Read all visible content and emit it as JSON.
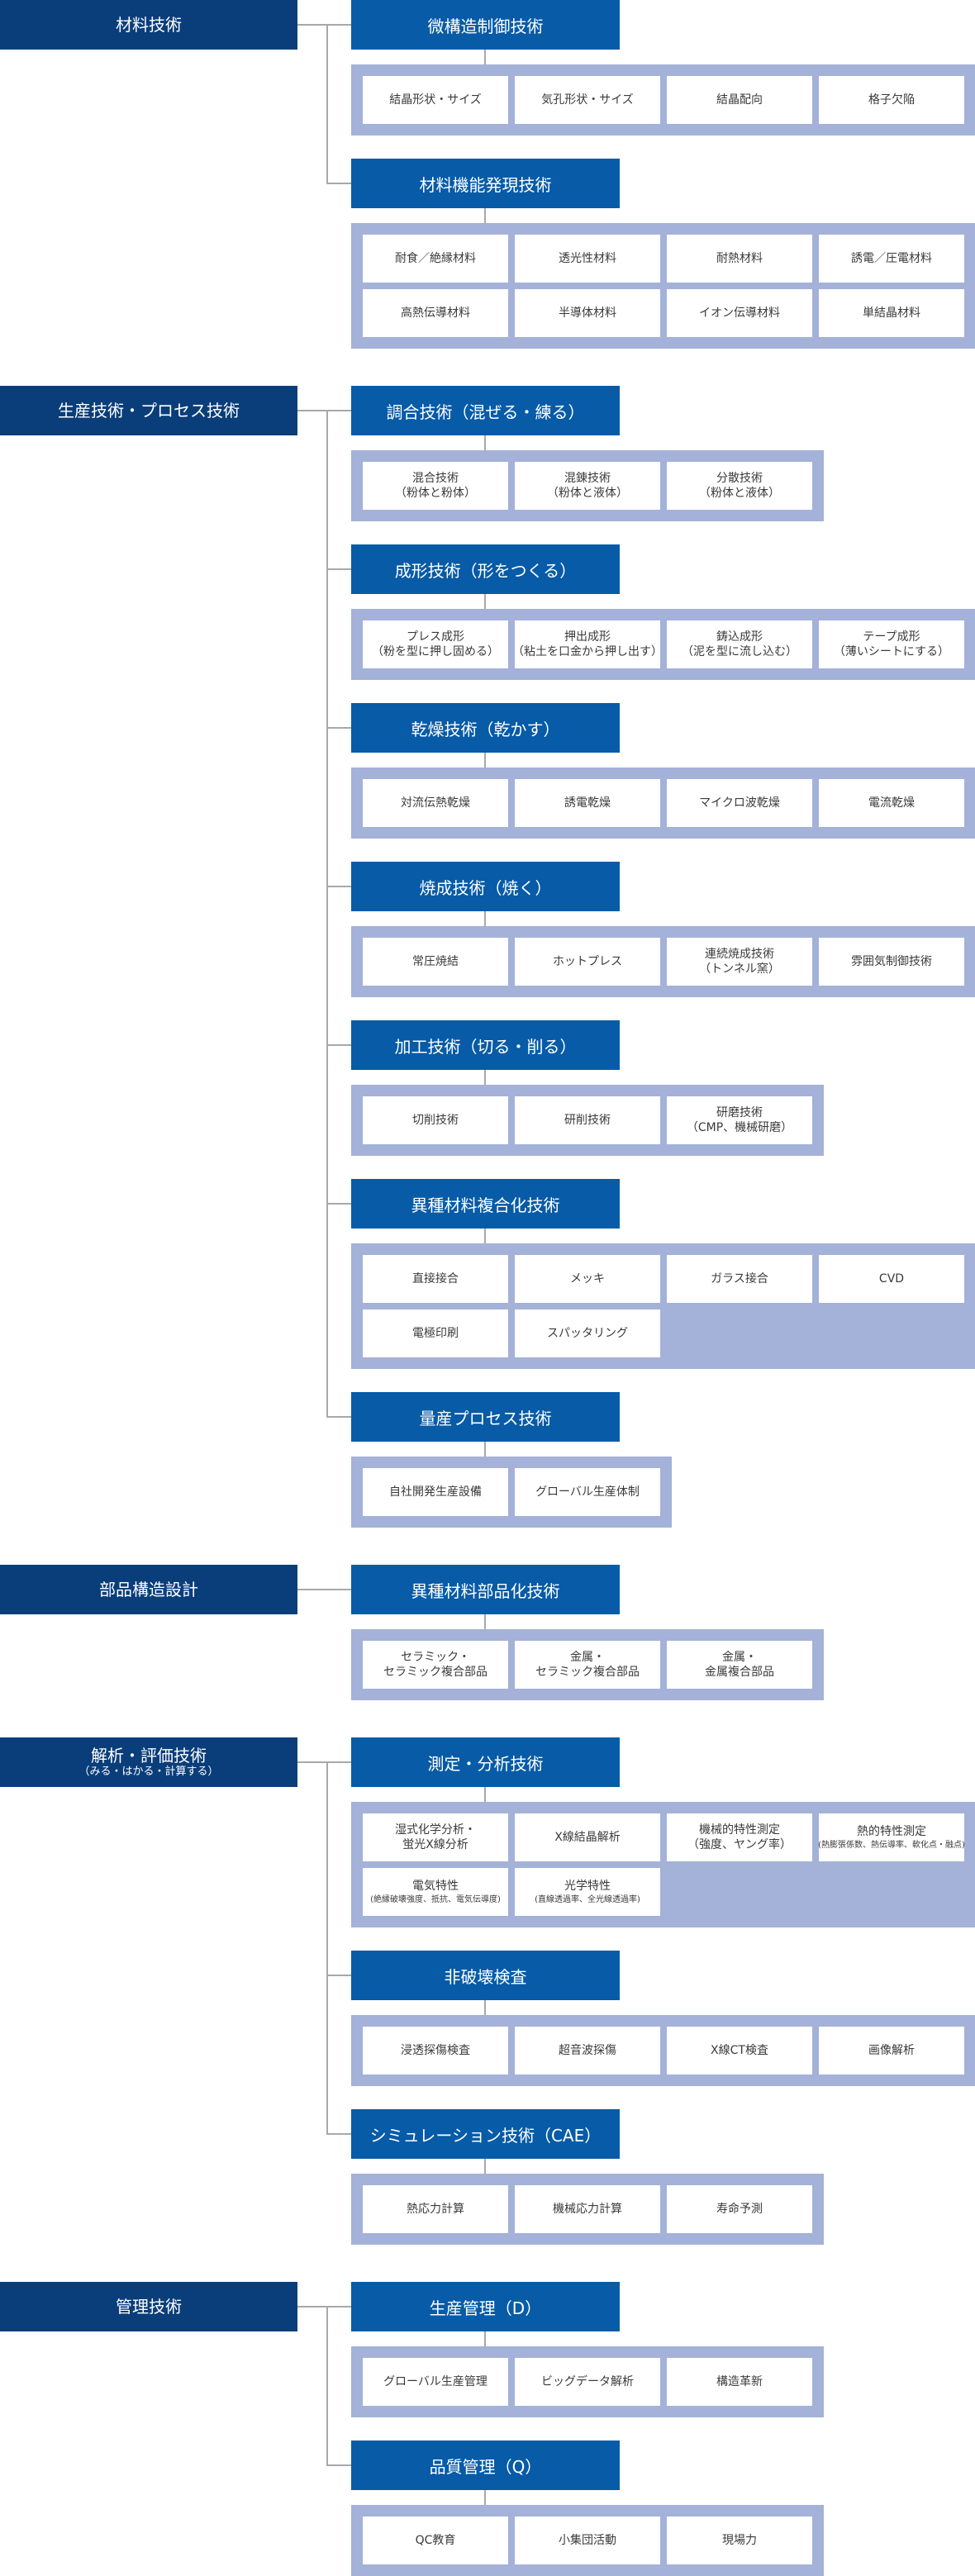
{
  "colors": {
    "category_bg": "#0a3e7a",
    "header_bg": "#075ba7",
    "panel_bg": "#a4b1d8",
    "item_bg": "#ffffff",
    "item_text": "#3a3a3a",
    "connector": "#a8a8a8"
  },
  "categories": [
    {
      "label": "材料技術",
      "sublabel": "",
      "groups": [
        {
          "title": "微構造制御技術",
          "items": [
            {
              "line1": "結晶形状・サイズ",
              "line2": ""
            },
            {
              "line1": "気孔形状・サイズ",
              "line2": ""
            },
            {
              "line1": "結晶配向",
              "line2": ""
            },
            {
              "line1": "格子欠陥",
              "line2": ""
            }
          ]
        },
        {
          "title": "材料機能発現技術",
          "items": [
            {
              "line1": "耐食／絶縁材料",
              "line2": ""
            },
            {
              "line1": "透光性材料",
              "line2": ""
            },
            {
              "line1": "耐熱材料",
              "line2": ""
            },
            {
              "line1": "誘電／圧電材料",
              "line2": ""
            },
            {
              "line1": "高熱伝導材料",
              "line2": ""
            },
            {
              "line1": "半導体材料",
              "line2": ""
            },
            {
              "line1": "イオン伝導材料",
              "line2": ""
            },
            {
              "line1": "単結晶材料",
              "line2": ""
            }
          ]
        }
      ]
    },
    {
      "label": "生産技術・プロセス技術",
      "sublabel": "",
      "groups": [
        {
          "title": "調合技術（混ぜる・練る）",
          "items": [
            {
              "line1": "混合技術",
              "line2": "（粉体と粉体）"
            },
            {
              "line1": "混錬技術",
              "line2": "（粉体と液体）"
            },
            {
              "line1": "分散技術",
              "line2": "（粉体と液体）"
            }
          ]
        },
        {
          "title": "成形技術（形をつくる）",
          "items": [
            {
              "line1": "プレス成形",
              "line2": "（粉を型に押し固める）"
            },
            {
              "line1": "押出成形",
              "line2": "（粘土を口金から押し出す）"
            },
            {
              "line1": "鋳込成形",
              "line2": "（泥を型に流し込む）"
            },
            {
              "line1": "テープ成形",
              "line2": "（薄いシートにする）"
            }
          ]
        },
        {
          "title": "乾燥技術（乾かす）",
          "items": [
            {
              "line1": "対流伝熱乾燥",
              "line2": ""
            },
            {
              "line1": "誘電乾燥",
              "line2": ""
            },
            {
              "line1": "マイクロ波乾燥",
              "line2": ""
            },
            {
              "line1": "電流乾燥",
              "line2": ""
            }
          ]
        },
        {
          "title": "焼成技術（焼く）",
          "items": [
            {
              "line1": "常圧焼結",
              "line2": ""
            },
            {
              "line1": "ホットプレス",
              "line2": ""
            },
            {
              "line1": "連続焼成技術",
              "line2": "（トンネル窯）"
            },
            {
              "line1": "雰囲気制御技術",
              "line2": ""
            }
          ]
        },
        {
          "title": "加工技術（切る・削る）",
          "items": [
            {
              "line1": "切削技術",
              "line2": ""
            },
            {
              "line1": "研削技術",
              "line2": ""
            },
            {
              "line1": "研磨技術",
              "line2": "（CMP、機械研磨）"
            }
          ]
        },
        {
          "title": "異種材料複合化技術",
          "items": [
            {
              "line1": "直接接合",
              "line2": ""
            },
            {
              "line1": "メッキ",
              "line2": ""
            },
            {
              "line1": "ガラス接合",
              "line2": ""
            },
            {
              "line1": "CVD",
              "line2": ""
            },
            {
              "line1": "電極印刷",
              "line2": ""
            },
            {
              "line1": "スパッタリング",
              "line2": ""
            }
          ]
        },
        {
          "title": "量産プロセス技術",
          "items": [
            {
              "line1": "自社開発生産設備",
              "line2": ""
            },
            {
              "line1": "グローバル生産体制",
              "line2": ""
            }
          ]
        }
      ]
    },
    {
      "label": "部品構造設計",
      "sublabel": "",
      "groups": [
        {
          "title": "異種材料部品化技術",
          "items": [
            {
              "line1": "セラミック・",
              "line2": "セラミック複合部品"
            },
            {
              "line1": "金属・",
              "line2": "セラミック複合部品"
            },
            {
              "line1": "金属・",
              "line2": "金属複合部品"
            }
          ]
        }
      ]
    },
    {
      "label": "解析・評価技術",
      "sublabel": "（みる・はかる・計算する）",
      "groups": [
        {
          "title": "測定・分析技術",
          "items": [
            {
              "line1": "湿式化学分析・",
              "line2": "蛍光X線分析"
            },
            {
              "line1": "X線結晶解析",
              "line2": ""
            },
            {
              "line1": "機械的特性測定",
              "line2": "（強度、ヤング率）"
            },
            {
              "line1": "熱的特性測定",
              "line2": "(熱膨張係数、熱伝導率、軟化点・融点)",
              "small": true
            },
            {
              "line1": "電気特性",
              "line2": "(絶縁破壊強度、抵抗、電気伝導度)",
              "small": true
            },
            {
              "line1": "光学特性",
              "line2": "(直線透過率、全光線透過率)",
              "small": true
            }
          ]
        },
        {
          "title": "非破壊検査",
          "items": [
            {
              "line1": "浸透探傷検査",
              "line2": ""
            },
            {
              "line1": "超音波探傷",
              "line2": ""
            },
            {
              "line1": "X線CT検査",
              "line2": ""
            },
            {
              "line1": "画像解析",
              "line2": ""
            }
          ]
        },
        {
          "title": "シミュレーション技術（CAE）",
          "items": [
            {
              "line1": "熱応力計算",
              "line2": ""
            },
            {
              "line1": "機械応力計算",
              "line2": ""
            },
            {
              "line1": "寿命予測",
              "line2": ""
            }
          ]
        }
      ]
    },
    {
      "label": "管理技術",
      "sublabel": "",
      "groups": [
        {
          "title": "生産管理（D）",
          "items": [
            {
              "line1": "グローバル生産管理",
              "line2": ""
            },
            {
              "line1": "ビッグデータ解析",
              "line2": ""
            },
            {
              "line1": "構造革新",
              "line2": ""
            }
          ]
        },
        {
          "title": "品質管理（Q）",
          "items": [
            {
              "line1": "QC教育",
              "line2": ""
            },
            {
              "line1": "小集団活動",
              "line2": ""
            },
            {
              "line1": "現場力",
              "line2": ""
            }
          ]
        }
      ]
    }
  ]
}
